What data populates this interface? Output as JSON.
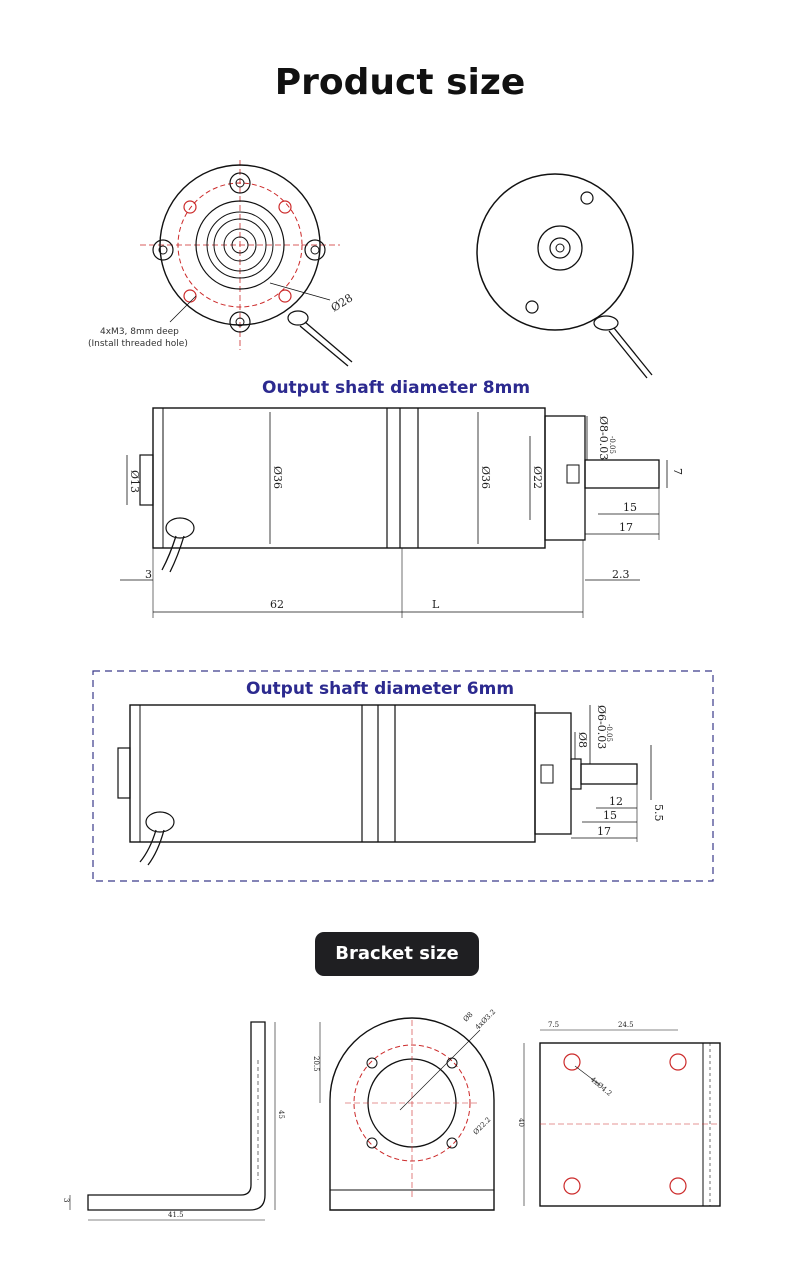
{
  "title": "Product size",
  "top_view": {
    "diameter_label": "Ø28",
    "note_line1": "4xM3, 8mm deep",
    "note_line2": "(Install threaded hole)"
  },
  "shaft8": {
    "title": "Output shaft diameter 8mm",
    "d13": "Ø13",
    "d36a": "Ø36",
    "d36b": "Ø36",
    "d22": "Ø22",
    "d8": "Ø8-0.03",
    "d8b": "-0.05",
    "flat": "7",
    "len15": "15",
    "len17": "17",
    "len3": "3",
    "len23": "2.3",
    "len62": "62",
    "lenL": "L"
  },
  "shaft6": {
    "title": "Output shaft diameter 6mm",
    "d6": "Ø6-0.03",
    "d6b": "-0.05",
    "d8": "Ø8",
    "len12": "12",
    "len15": "15",
    "len17": "17",
    "flat": "5.5"
  },
  "bracket": {
    "badge": "Bracket size",
    "side_45": "45",
    "side_3": "3",
    "side_415": "41.5",
    "front_205": "20.5",
    "front_d8": "Ø8",
    "front_holes": "4xØ3.2",
    "front_d22": "Ø22.2",
    "plan_75": "7.5",
    "plan_245": "24.5",
    "plan_40": "40",
    "plan_holes": "4xØ4.2"
  }
}
